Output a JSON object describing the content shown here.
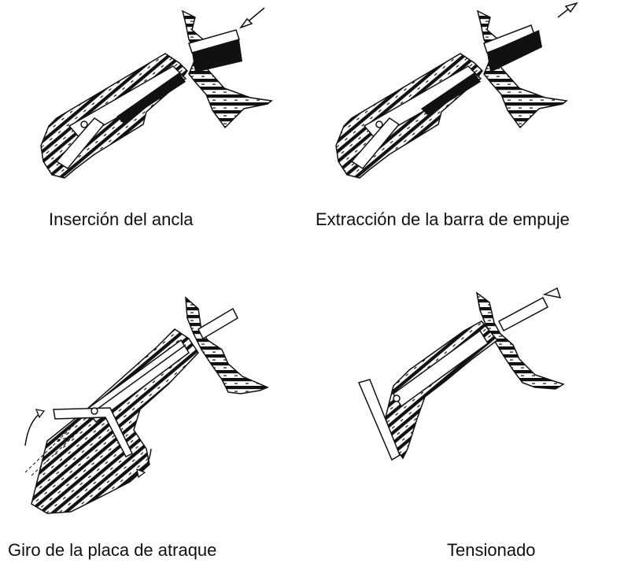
{
  "panels": [
    {
      "caption": "Inserción del ancla"
    },
    {
      "caption": "Extracción de la barra de empuje"
    },
    {
      "caption": "Giro de la placa de atraque"
    },
    {
      "caption": "Tensionado"
    }
  ],
  "colors": {
    "ink": "#111111",
    "fill": "#ffffff"
  },
  "icons": [
    "arrow-in-icon",
    "arrow-out-icon",
    "rotate-arrow-icon"
  ]
}
